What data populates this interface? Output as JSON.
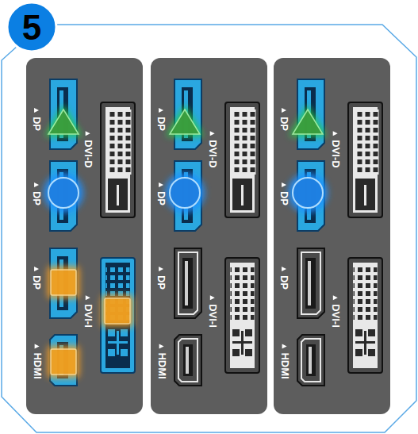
{
  "diagram": {
    "labels": [
      "5",
      "DP",
      "DVI-D",
      "DP",
      "DP",
      "DVI-I",
      "HDMI",
      "DP",
      "DVI-D",
      "DP",
      "DP",
      "DVI-I",
      "HDMI",
      "DP",
      "DVI-D",
      "DP",
      "DP",
      "DVI-I",
      "HDMI"
    ]
  }
}
